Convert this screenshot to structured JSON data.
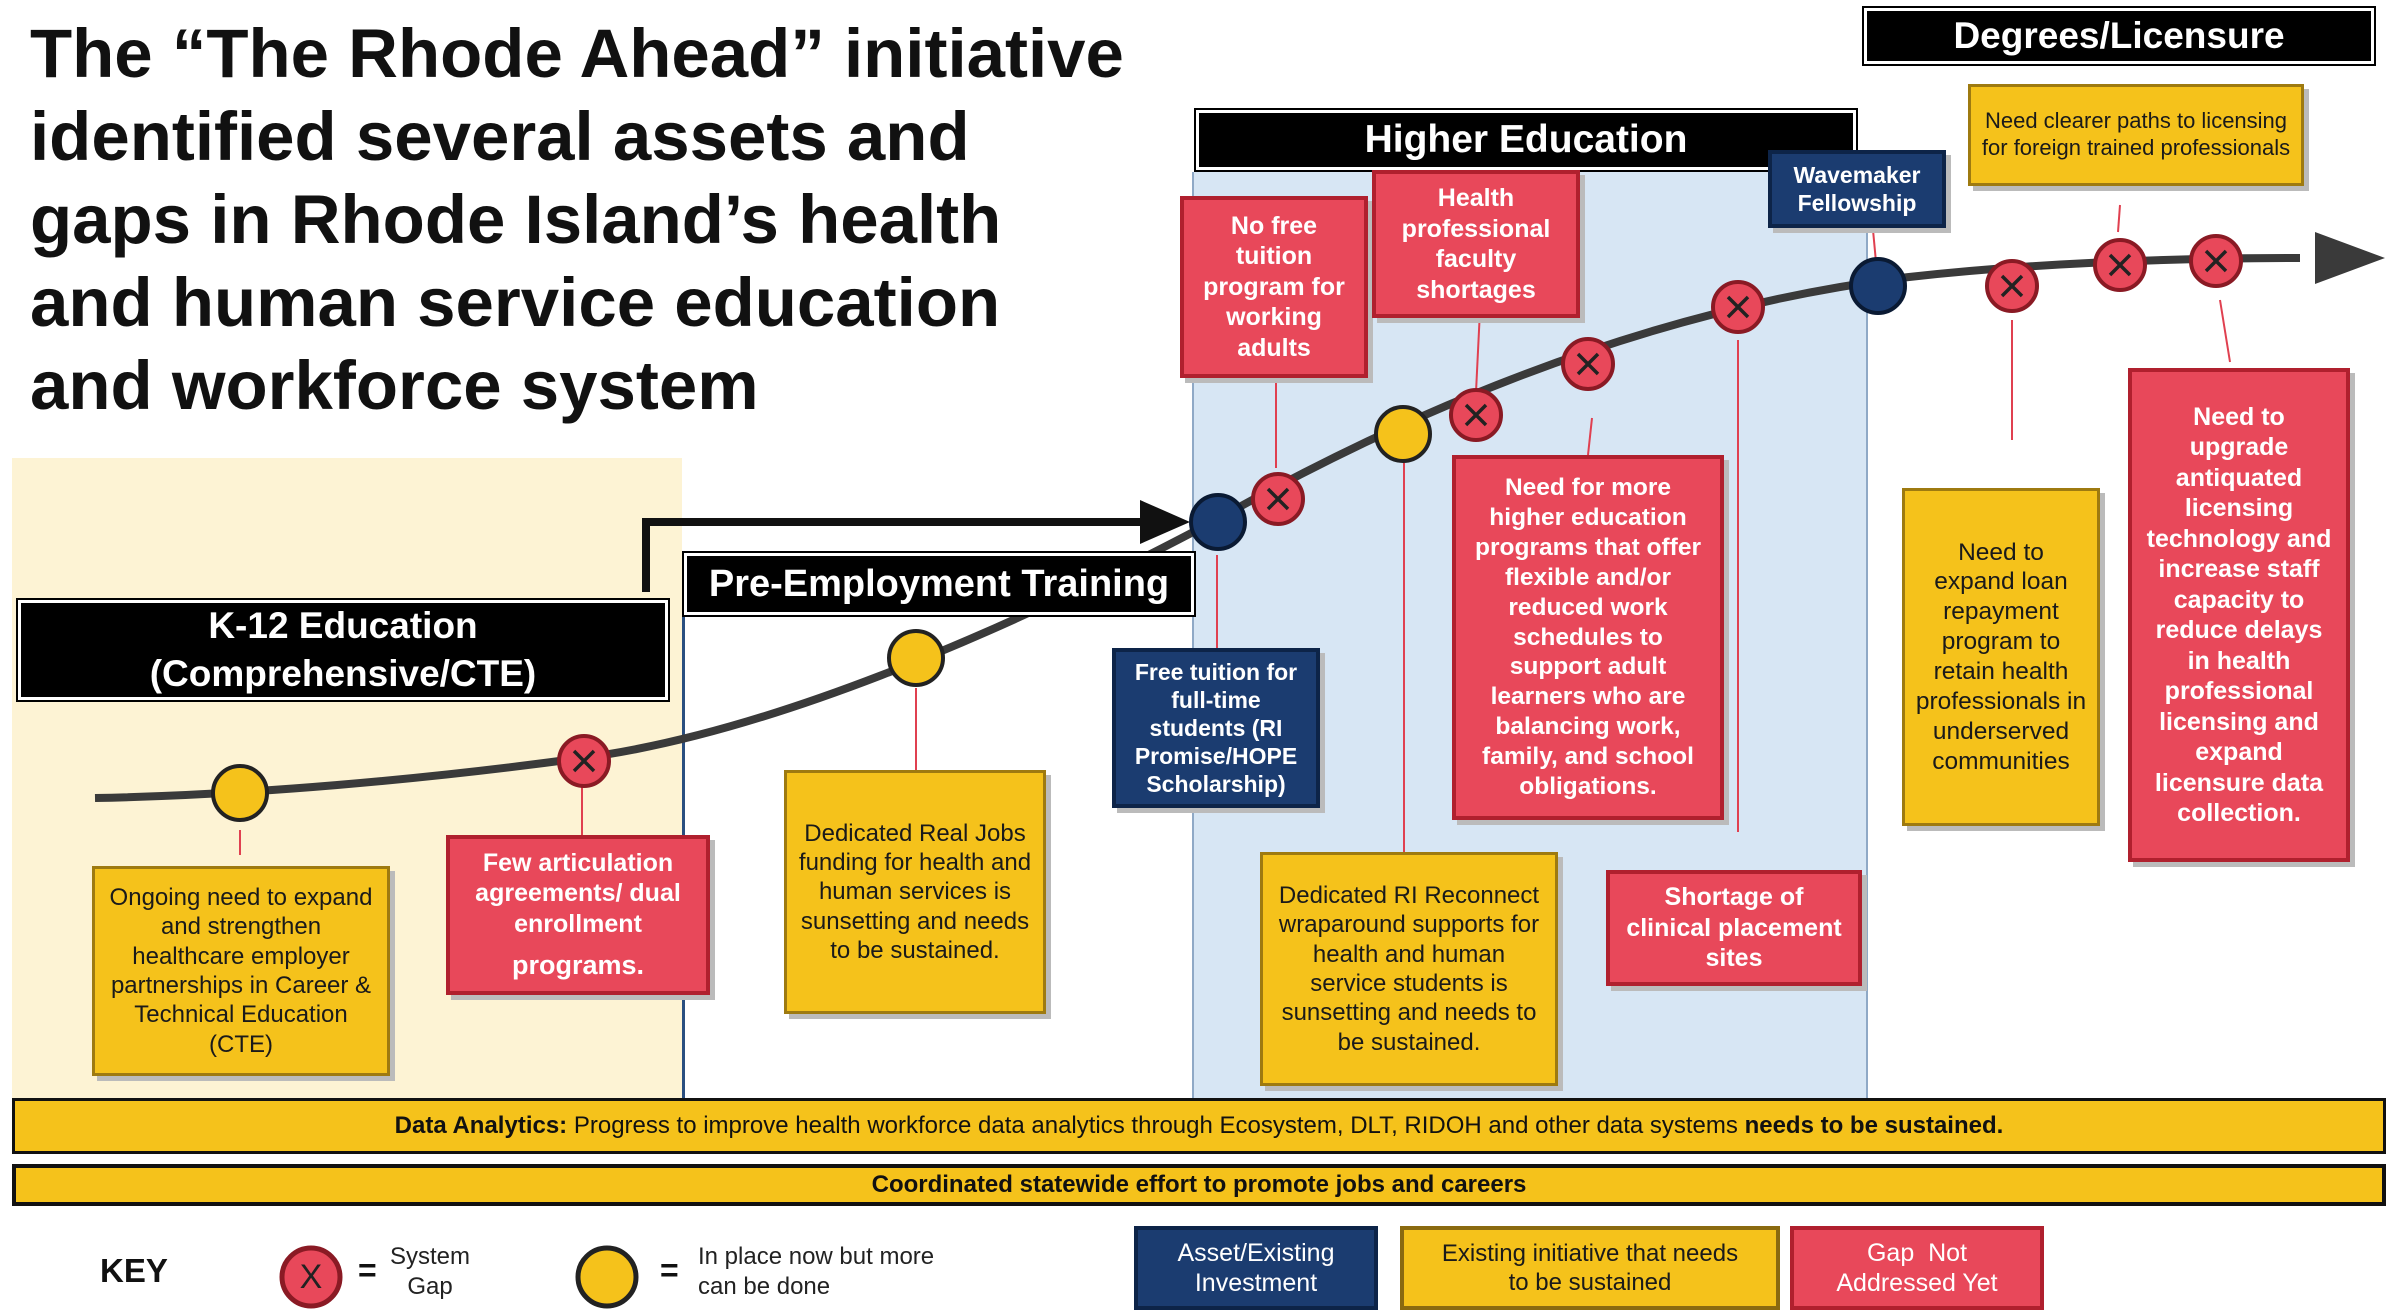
{
  "title": {
    "lines": [
      "The “The Rhode Ahead” initiative",
      "identified several assets and",
      "gaps in Rhode Island’s health",
      "and human service education",
      "and workforce system"
    ]
  },
  "stages": {
    "k12": {
      "line1": "K-12 Education",
      "line2": "(Comprehensive/CTE)"
    },
    "preemployment": "Pre-Employment Training",
    "higher_ed": "Higher Education",
    "degrees": "Degrees/Licensure"
  },
  "callouts": {
    "cte": "Ongoing need to expand and strengthen healthcare employer partnerships in Career & Technical Education (CTE)",
    "articulation_line1": "Few articulation agreements/ dual enrollment",
    "articulation_line2": "programs.",
    "real_jobs": "Dedicated Real Jobs funding for health and human services is sunsetting and needs to be sustained.",
    "free_tuition_adults": "No free tuition program for working adults",
    "faculty": "Health professional faculty shortages",
    "free_tuition_students": "Free tuition for full-time students (RI Promise/HOPE Scholarship)",
    "ri_reconnect": "Dedicated RI Reconnect wraparound supports for health and human service students is sunsetting and needs to be sustained.",
    "flexible_programs": "Need for more higher education programs that offer flexible and/or reduced work schedules to support adult learners who are balancing work, family, and school obligations.",
    "clinical": "Shortage of clinical placement sites",
    "wavemaker": "Wavemaker Fellowship",
    "foreign_trained": "Need clearer paths to licensing for foreign trained professionals",
    "loan_repayment": "Need to expand loan repayment program to retain health professionals in underserved communities",
    "licensing_tech": "Need to upgrade antiquated licensing technology and increase staff capacity to reduce delays in health professional licensing and expand licensure data collection."
  },
  "bars": {
    "data_analytics_label": "Data Analytics:",
    "data_analytics_text": " Progress to improve health workforce data analytics through Ecosystem, DLT, RIDOH and other data systems ",
    "data_analytics_bold_end": "needs to be sustained.",
    "coordinated": "Coordinated statewide effort to promote jobs and careers"
  },
  "key": {
    "label": "KEY",
    "marker_symbol": "X",
    "equals": "=",
    "gap_line1": "System",
    "gap_line2": "Gap",
    "inplace_line1": "In place now but more",
    "inplace_line2": "can be done",
    "asset_line1": "Asset/Existing",
    "asset_line2": "Investment",
    "existing_line1": "Existing initiative that needs",
    "existing_line2": "to be sustained",
    "notaddressed_line1": "Gap  Not",
    "notaddressed_line2": "Addressed Yet"
  },
  "colors": {
    "gap_red": "#e8485a",
    "initiative_yellow": "#f5c21b",
    "asset_navy": "#1b3c70",
    "k12_zone": "#fdf3d4",
    "higher_ed_zone": "#d7e6f4"
  }
}
